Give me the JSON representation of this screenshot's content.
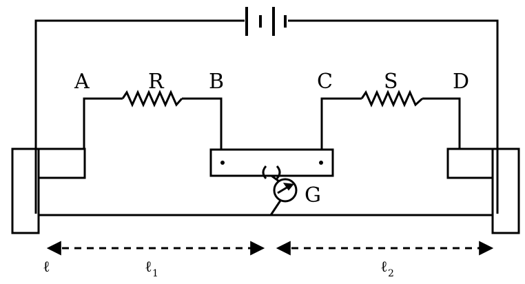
{
  "labels": {
    "A": "A",
    "R": "R",
    "B": "B",
    "C": "C",
    "S": "S",
    "D": "D",
    "G": "G",
    "l": "ℓ",
    "l1": "ℓ",
    "l1_sub": "1",
    "l2": "ℓ",
    "l2_sub": "2"
  },
  "colors": {
    "stroke": "#000000",
    "background": "#ffffff"
  },
  "icons": {
    "galvanometer": "galvanometer-icon",
    "battery": "battery-icon",
    "resistor": "resistor-icon"
  }
}
